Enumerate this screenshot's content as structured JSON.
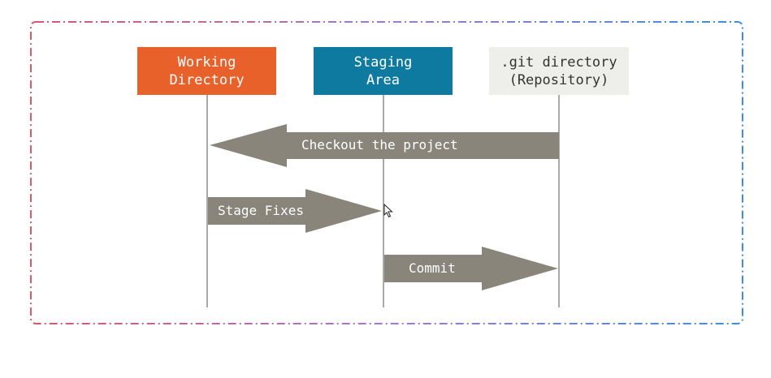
{
  "frame": {
    "border_colors": [
      "#d9576c",
      "#a07ad0",
      "#3b8fe0"
    ]
  },
  "columns": [
    {
      "id": "working",
      "lines": [
        "Working",
        "Directory"
      ],
      "fill": "#e8612a",
      "text_color": "#ffffff"
    },
    {
      "id": "staging",
      "lines": [
        "Staging",
        "Area"
      ],
      "fill": "#0f7aa0",
      "text_color": "#ffffff"
    },
    {
      "id": "git",
      "lines": [
        ".git directory",
        "(Repository)"
      ],
      "fill": "#eeeeea",
      "text_color": "#333333"
    }
  ],
  "arrows": [
    {
      "label": "Checkout the project",
      "from": "git",
      "to": "working",
      "color": "#8a857b"
    },
    {
      "label": "Stage Fixes",
      "from": "working",
      "to": "staging",
      "color": "#8a857b"
    },
    {
      "label": "Commit",
      "from": "staging",
      "to": "git",
      "color": "#8a857b"
    }
  ]
}
